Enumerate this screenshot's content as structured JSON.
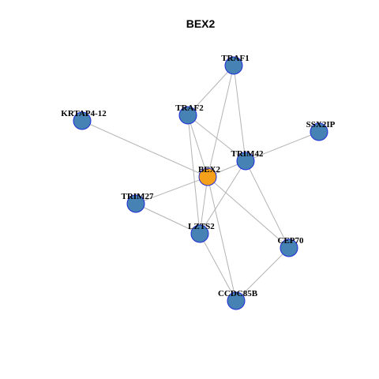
{
  "title": "BEX2",
  "colors": {
    "center_node": "#f5a11c",
    "neighbor_node": "#4682b4",
    "node_border": "#1e2bd8",
    "edge": "#b3b3b3"
  },
  "nodes": [
    {
      "id": "BEX2",
      "label": "BEX2",
      "center": true
    },
    {
      "id": "TRAF1",
      "label": "TRAF1"
    },
    {
      "id": "TRAF2",
      "label": "TRAF2"
    },
    {
      "id": "KRTAP4-12",
      "label": "KRTAP4-12"
    },
    {
      "id": "SSX2IP",
      "label": "SSX2IP"
    },
    {
      "id": "TRIM42",
      "label": "TRIM42"
    },
    {
      "id": "TRIM27",
      "label": "TRIM27"
    },
    {
      "id": "LZTS2",
      "label": "LZTS2"
    },
    {
      "id": "CEP70",
      "label": "CEP70"
    },
    {
      "id": "CCDC85B",
      "label": "CCDC85B"
    }
  ],
  "edges": [
    [
      "TRAF1",
      "TRAF2"
    ],
    [
      "TRAF1",
      "BEX2"
    ],
    [
      "TRAF1",
      "TRIM42"
    ],
    [
      "TRAF2",
      "TRIM42"
    ],
    [
      "TRAF2",
      "BEX2"
    ],
    [
      "TRAF2",
      "LZTS2"
    ],
    [
      "KRTAP4-12",
      "BEX2"
    ],
    [
      "SSX2IP",
      "TRIM42"
    ],
    [
      "TRIM42",
      "BEX2"
    ],
    [
      "TRIM42",
      "LZTS2"
    ],
    [
      "TRIM42",
      "CEP70"
    ],
    [
      "BEX2",
      "TRIM27"
    ],
    [
      "BEX2",
      "LZTS2"
    ],
    [
      "BEX2",
      "CEP70"
    ],
    [
      "BEX2",
      "CCDC85B"
    ],
    [
      "TRIM27",
      "LZTS2"
    ],
    [
      "LZTS2",
      "CCDC85B"
    ],
    [
      "CEP70",
      "CCDC85B"
    ]
  ]
}
